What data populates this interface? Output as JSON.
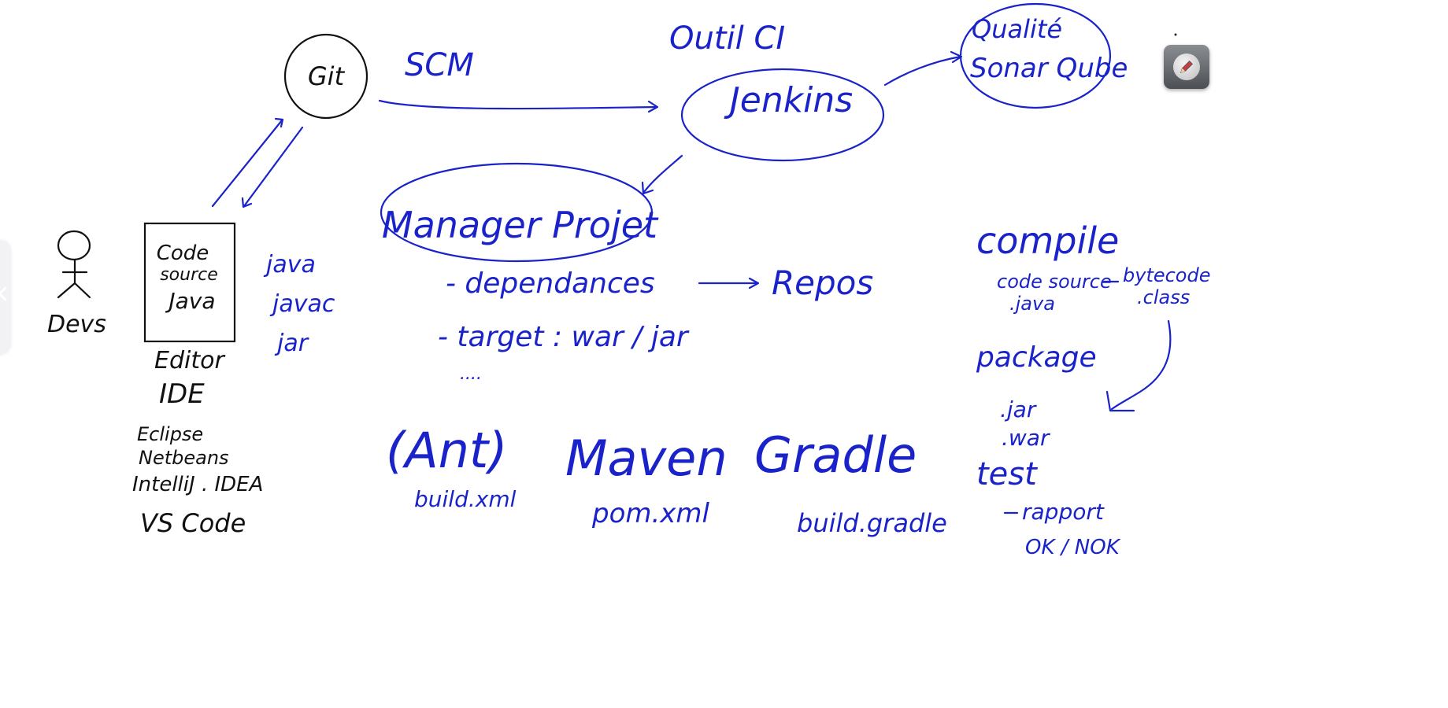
{
  "ink_color": "#1a22c9",
  "scm": {
    "node": "Git",
    "label": "SCM"
  },
  "ci": {
    "label": "Outil CI",
    "node": "Jenkins"
  },
  "quality": {
    "line1": "Qualité",
    "line2": "Sonar Qube"
  },
  "devs": {
    "label": "Devs"
  },
  "ide_box": {
    "line1": "Code",
    "line2": "source",
    "line3": "Java"
  },
  "java_tools": [
    "java",
    "javac",
    "jar"
  ],
  "editor": {
    "line1": "Editor",
    "line2": "IDE"
  },
  "ide_list": [
    "Eclipse",
    "Netbeans",
    "IntelliJ . IDEA",
    "VS Code"
  ],
  "project_manager": {
    "node": "Manager Projet",
    "item1": "- dependances",
    "item1_target": "Repos",
    "item2": "- target : war / jar",
    "more": "...."
  },
  "build_tools": [
    {
      "name": "(Ant)",
      "file": "build.xml"
    },
    {
      "name": "Maven",
      "file": "pom.xml"
    },
    {
      "name": "Gradle",
      "file": "build.gradle"
    }
  ],
  "lifecycle": {
    "compile": "compile",
    "source": "code source",
    "source_ext": ".java",
    "bytecode": "bytecode",
    "bytecode_ext": ".class",
    "package": "package",
    "pkg_jar": ".jar",
    "pkg_war": ".war",
    "test": "test",
    "report": "rapport",
    "report_result": "OK / NOK"
  },
  "icons": {
    "tool": "pencil-icon",
    "side": "chevron-left-icon",
    "person": "stick-figure-icon"
  }
}
